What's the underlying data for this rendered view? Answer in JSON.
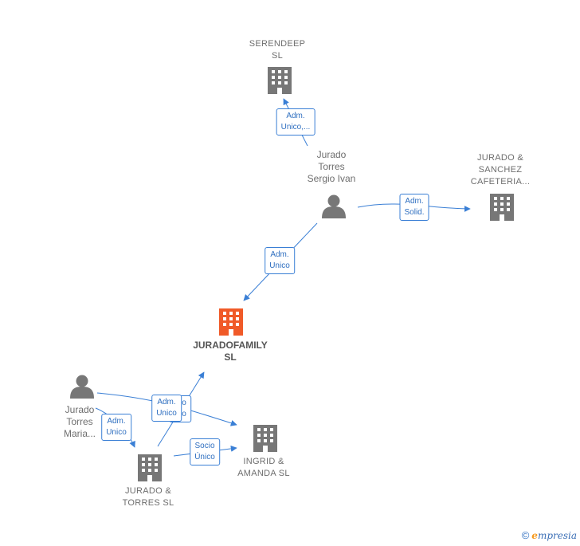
{
  "colors": {
    "edge": "#3a7fd5",
    "node_gray": "#777777",
    "node_focus": "#f05a28"
  },
  "nodes": {
    "serendeep": {
      "line1": "SERENDEEP",
      "line2": "SL",
      "icon": "building-icon"
    },
    "jurado_sergio": {
      "line1": "Jurado",
      "line2": "Torres",
      "line3": "Sergio Ivan",
      "icon": "person-icon"
    },
    "jurado_sanchez": {
      "line1": "JURADO &",
      "line2": "SANCHEZ",
      "line3": "CAFETERIA...",
      "icon": "building-icon"
    },
    "juradofamily": {
      "line1": "JURADOFAMILY",
      "line2": "SL",
      "icon": "building-icon"
    },
    "jurado_maria": {
      "line1": "Jurado",
      "line2": "Torres",
      "line3": "Maria...",
      "icon": "person-icon"
    },
    "jurado_torres_sl": {
      "line1": "JURADO &",
      "line2": "TORRES SL",
      "icon": "building-icon"
    },
    "ingrid_amanda": {
      "line1": "INGRID &",
      "line2": "AMANDA  SL",
      "icon": "building-icon"
    }
  },
  "edges": {
    "e1": {
      "line1": "Adm.",
      "line2": "Unico,..."
    },
    "e2": {
      "line1": "Adm.",
      "line2": "Solid."
    },
    "e3": {
      "line1": "Adm.",
      "line2": "Unico"
    },
    "e4_hidden": {
      "line1": "o",
      "line2": "o"
    },
    "e4": {
      "line1": "Adm.",
      "line2": "Unico"
    },
    "e5": {
      "line1": "Adm.",
      "line2": "Unico"
    },
    "e6": {
      "line1": "Socio",
      "line2": "Único"
    }
  },
  "footer": {
    "copyright": "©",
    "brand_initial": "e",
    "brand_rest": "mpresia"
  }
}
